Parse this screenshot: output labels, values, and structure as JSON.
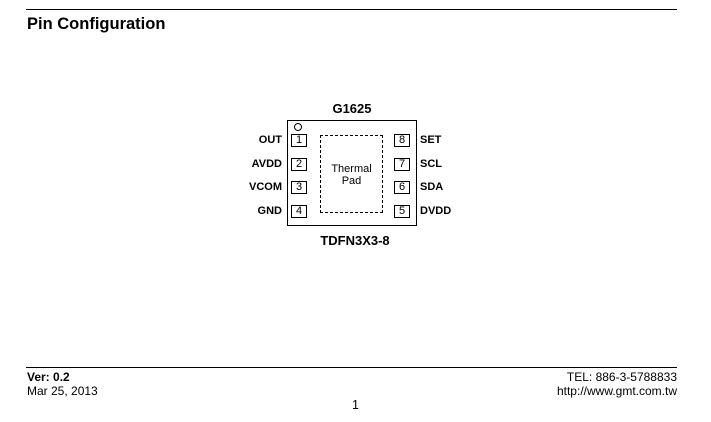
{
  "header": {
    "title": "Pin Configuration"
  },
  "diagram": {
    "chip_name": "G1625",
    "package_name": "TDFN3X3-8",
    "pad_label_line1": "Thermal",
    "pad_label_line2": "Pad",
    "left_pins": [
      {
        "num": "1",
        "name": "OUT"
      },
      {
        "num": "2",
        "name": "AVDD"
      },
      {
        "num": "3",
        "name": "VCOM"
      },
      {
        "num": "4",
        "name": "GND"
      }
    ],
    "right_pins": [
      {
        "num": "8",
        "name": "SET"
      },
      {
        "num": "7",
        "name": "SCL"
      },
      {
        "num": "6",
        "name": "SDA"
      },
      {
        "num": "5",
        "name": "DVDD"
      }
    ]
  },
  "footer": {
    "version": "Ver: 0.2",
    "date": "Mar 25, 2013",
    "tel": "TEL: 886-3-5788833",
    "url": "http://www.gmt.com.tw",
    "page": "1"
  }
}
